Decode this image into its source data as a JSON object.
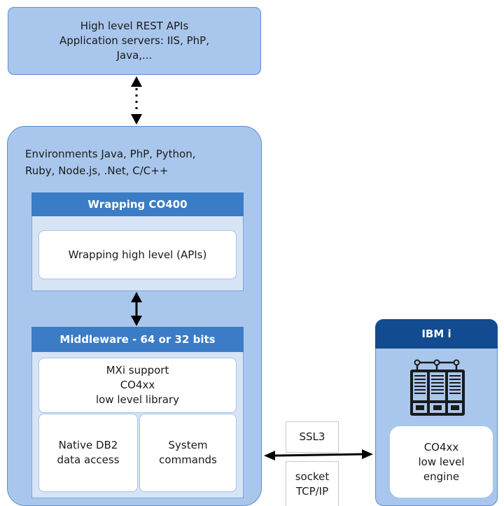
{
  "top_box": {
    "text": "High level REST APIs\nApplication servers: IIS, PhP,\nJava,..."
  },
  "environments": {
    "text": "Environments Java, PhP, Python,\nRuby, Node.js, .Net, C/C++"
  },
  "wrapping": {
    "title": "Wrapping CO400",
    "inner": "Wrapping high level (APIs)"
  },
  "middleware": {
    "title": "Middleware - 64 or 32 bits",
    "mxi": "MXi support\nCO4xx\nlow level library",
    "native_db2": "Native DB2\ndata access",
    "system_commands": "System\ncommands"
  },
  "connection": {
    "ssl": "SSL3",
    "socket": "socket\nTCP/IP"
  },
  "ibm": {
    "title": "IBM i",
    "engine": "CO4xx\nlow level\nengine",
    "icon": "server-icon"
  },
  "colors": {
    "box_fill": "#a9c7ec",
    "header_blue": "#3a7cc5",
    "dark_blue": "#124b8f",
    "panel": "#d6e4f6"
  }
}
